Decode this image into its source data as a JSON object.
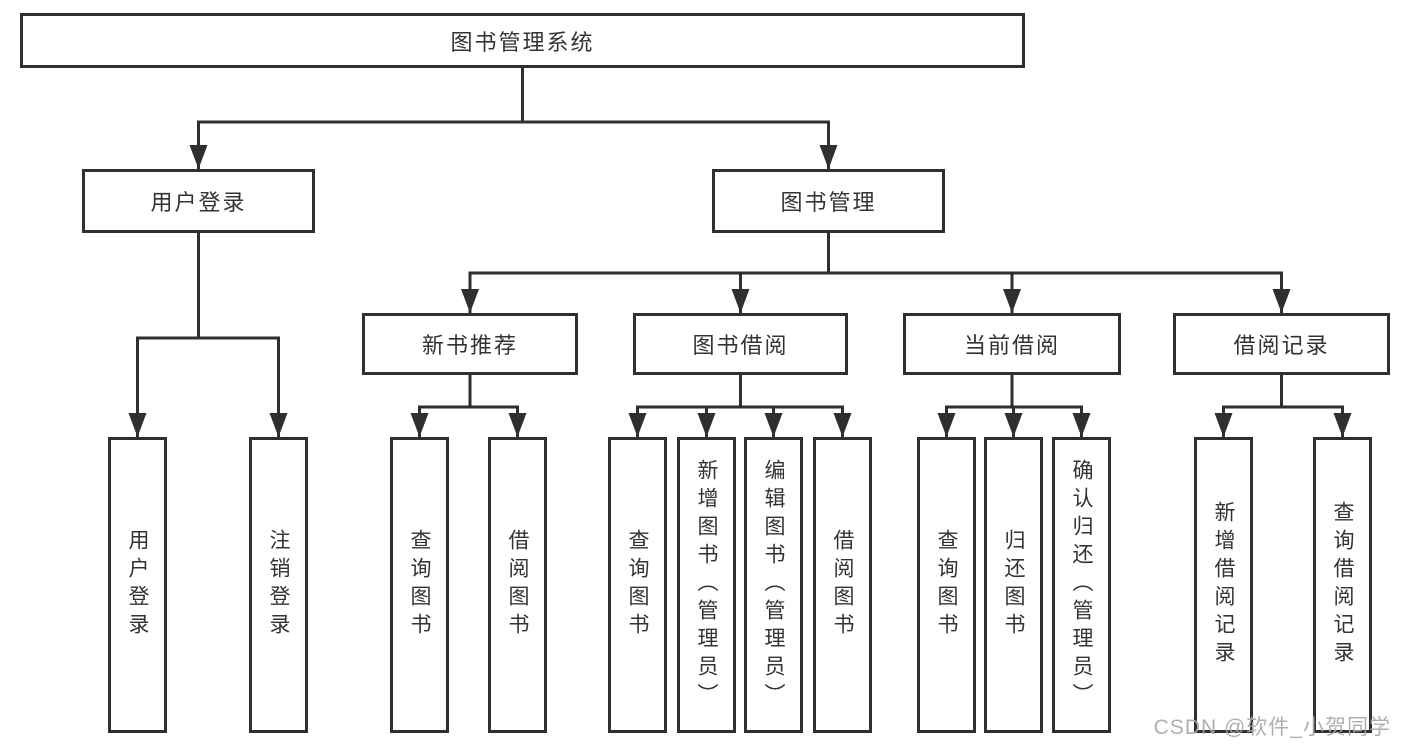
{
  "diagram": {
    "root": {
      "label": "图书管理系统"
    },
    "branches": [
      {
        "label": "用户登录",
        "children": [
          {
            "label": "用户登录"
          },
          {
            "label": "注销登录"
          }
        ]
      },
      {
        "label": "图书管理",
        "children": [
          {
            "label": "新书推荐",
            "children": [
              {
                "label": "查询图书"
              },
              {
                "label": "借阅图书"
              }
            ]
          },
          {
            "label": "图书借阅",
            "children": [
              {
                "label": "查询图书"
              },
              {
                "label": "新增图书（管理员）"
              },
              {
                "label": "编辑图书（管理员）"
              },
              {
                "label": "借阅图书"
              }
            ]
          },
          {
            "label": "当前借阅",
            "children": [
              {
                "label": "查询图书"
              },
              {
                "label": "归还图书"
              },
              {
                "label": "确认归还（管理员）"
              }
            ]
          },
          {
            "label": "借阅记录",
            "children": [
              {
                "label": "新增借阅记录"
              },
              {
                "label": "查询借阅记录"
              }
            ]
          }
        ]
      }
    ],
    "colors": {
      "line": "#2f2f2f",
      "text": "#333333",
      "watermark": "#a8a8a8",
      "background": "#ffffff"
    },
    "watermark": "CSDN @软件_小贺同学"
  }
}
